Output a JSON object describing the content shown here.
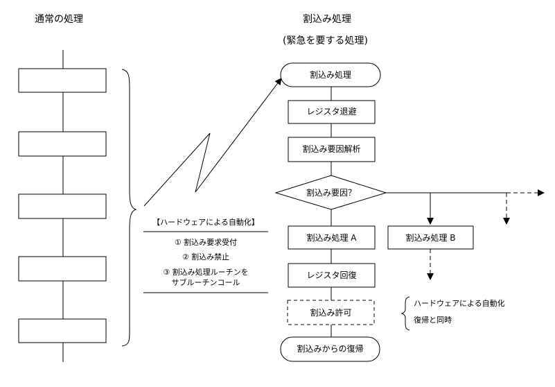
{
  "left_column": {
    "title": "通常の処理"
  },
  "right_column": {
    "title": "割込み処理",
    "subtitle": "(緊急を要する処理)",
    "steps": {
      "start": "割込み処理",
      "save_registers": "レジスタ退避",
      "analyze_cause": "割込み要因解析",
      "decision": "割込み要因？",
      "handler_a": "割込み処理 A",
      "handler_b": "割込み処理 B",
      "restore_registers": "レジスタ回復",
      "enable_interrupt": "割込み許可",
      "return": "割込みからの復帰"
    }
  },
  "hardware_automation_box": {
    "heading": "【ハードウェアによる自動化】",
    "items": [
      "① 割込み要求受付",
      "② 割込み禁止",
      "③ 割込み処理ルーチンを",
      "サブルーチンコール"
    ]
  },
  "side_note": {
    "line1": "ハードウェアによる自動化",
    "line2": "復帰と同時"
  }
}
